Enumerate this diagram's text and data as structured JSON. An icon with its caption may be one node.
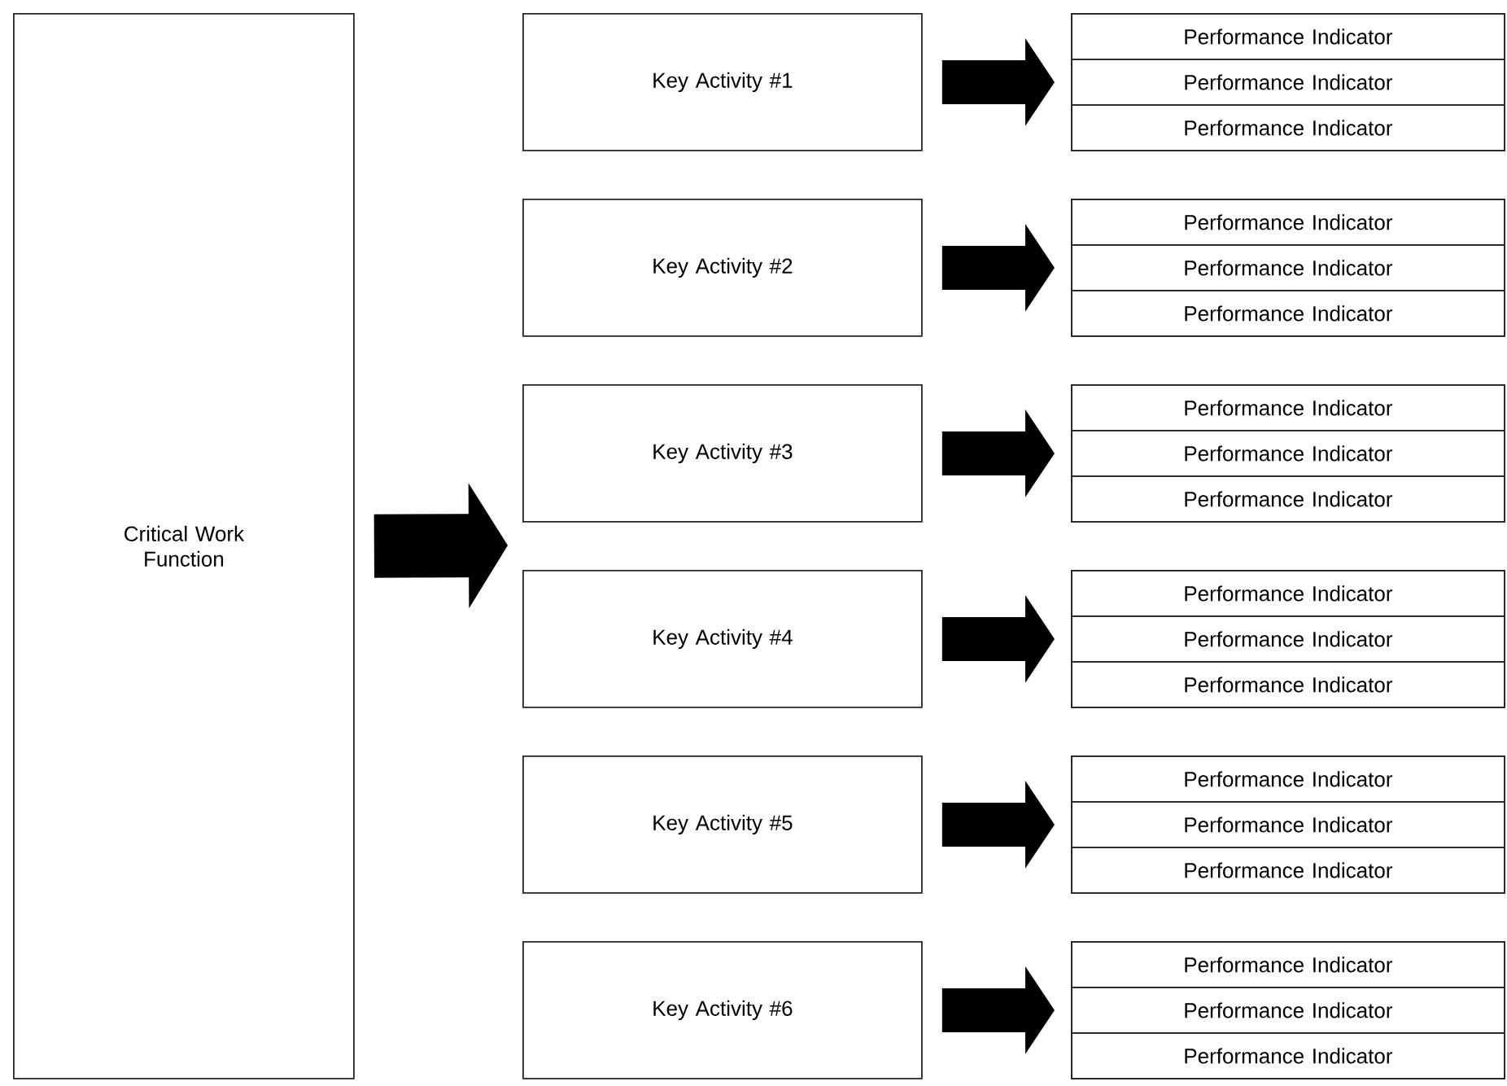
{
  "diagram": {
    "nodes": [
      {
        "text": [
          "Critical Work Function"
        ]
      },
      {
        "text": [
          "Key Activity #1"
        ]
      },
      {
        "text": [],
        "shape": "box"
      },
      {
        "text": [
          "Performance Indicator"
        ],
        "in": 2
      },
      {
        "text": [
          "Performance Indicator"
        ],
        "in": 2
      },
      {
        "text": [
          "Performance Indicator"
        ],
        "in": 2
      },
      {
        "text": [
          "Key Activity #2"
        ]
      },
      {
        "text": [],
        "shape": "box"
      },
      {
        "text": [
          "Performance Indicator"
        ],
        "in": 7
      },
      {
        "text": [
          "Performance Indicator"
        ],
        "in": 7
      },
      {
        "text": [
          "Performance Indicator"
        ],
        "in": 7
      },
      {
        "text": [
          "Key Activity #3"
        ]
      },
      {
        "text": [],
        "shape": "box"
      },
      {
        "text": [
          "Performance Indicator"
        ],
        "in": 12
      },
      {
        "text": [
          "Performance Indicator"
        ],
        "in": 12
      },
      {
        "text": [
          "Performance Indicator"
        ],
        "in": 12
      },
      {
        "text": [
          "Key Activity #4"
        ]
      },
      {
        "text": [],
        "shape": "box"
      },
      {
        "text": [
          "Performance Indicator"
        ],
        "in": 17
      },
      {
        "text": [
          "Performance Indicator"
        ],
        "in": 17
      },
      {
        "text": [
          "Performance Indicator"
        ],
        "in": 17
      },
      {
        "text": [
          "Key Activity #5"
        ]
      },
      {
        "text": [],
        "shape": "box"
      },
      {
        "text": [
          "Performance Indicator"
        ],
        "in": 22
      },
      {
        "text": [
          "Performance Indicator"
        ],
        "in": 22
      },
      {
        "text": [
          "Performance Indicator"
        ],
        "in": 22
      },
      {
        "text": [
          "Key Activity #6"
        ]
      },
      {
        "text": [],
        "shape": "box"
      },
      {
        "text": [
          "Performance Indicator"
        ],
        "in": 27
      },
      {
        "text": [
          "Performance Indicator"
        ],
        "in": 27
      },
      {
        "text": [
          "Performance Indicator"
        ],
        "in": 27
      }
    ],
    "edges": [
      {
        "from": 0,
        "to": null,
        "arrow": "to"
      },
      {
        "from": 1,
        "to": 2,
        "arrow": "to"
      },
      {
        "from": 6,
        "to": 7,
        "arrow": "to"
      },
      {
        "from": 11,
        "to": 12,
        "arrow": "to"
      },
      {
        "from": 16,
        "to": 17,
        "arrow": "to"
      },
      {
        "from": 21,
        "to": 22,
        "arrow": "to"
      },
      {
        "from": 26,
        "to": 27,
        "arrow": "to"
      }
    ]
  }
}
